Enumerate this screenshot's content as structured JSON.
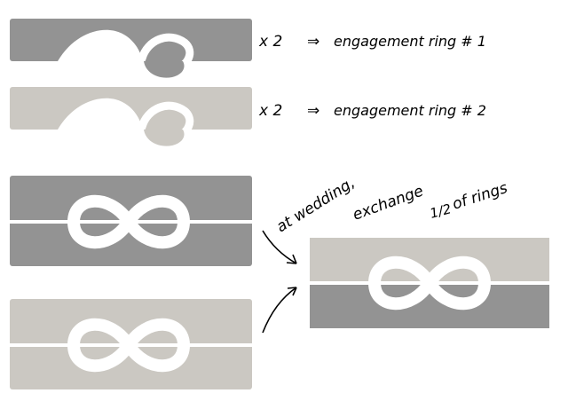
{
  "colors": {
    "dark_gray": "#939393",
    "light_gray": "#cbc8c2",
    "white": "#ffffff",
    "ink": "#000000"
  },
  "rows": [
    {
      "multiplier": "x 2",
      "arrow": "⇒",
      "label": "engagement ring # 1"
    },
    {
      "multiplier": "x 2",
      "arrow": "⇒",
      "label": "engagement ring # 2"
    }
  ],
  "note": {
    "line1": "at wedding,",
    "line2": "exchange",
    "fraction": "1/2",
    "line3": "of rings"
  }
}
